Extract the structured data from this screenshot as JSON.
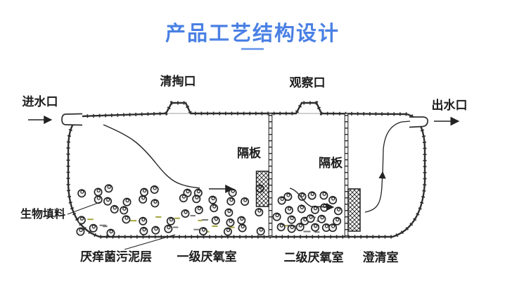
{
  "title": {
    "text": "产品工艺结构设计"
  },
  "colors": {
    "accent": "#4a80e4",
    "line": "#2f2f2f",
    "sludge_dash": "#a6a63e"
  },
  "icons": {
    "flow_arrow": "→"
  },
  "labels": {
    "inlet": "进水口",
    "outlet": "出水口",
    "cleanout": "清掏口",
    "observation": "观察口",
    "baffle1": "隔板",
    "baffle2": "隔板",
    "biofill": "生物填料",
    "sludge_layer": "厌痒菌污泥层",
    "chamber1": "一级厌氧室",
    "chamber2": "二级厌氧室",
    "clarify": "澄清室"
  }
}
